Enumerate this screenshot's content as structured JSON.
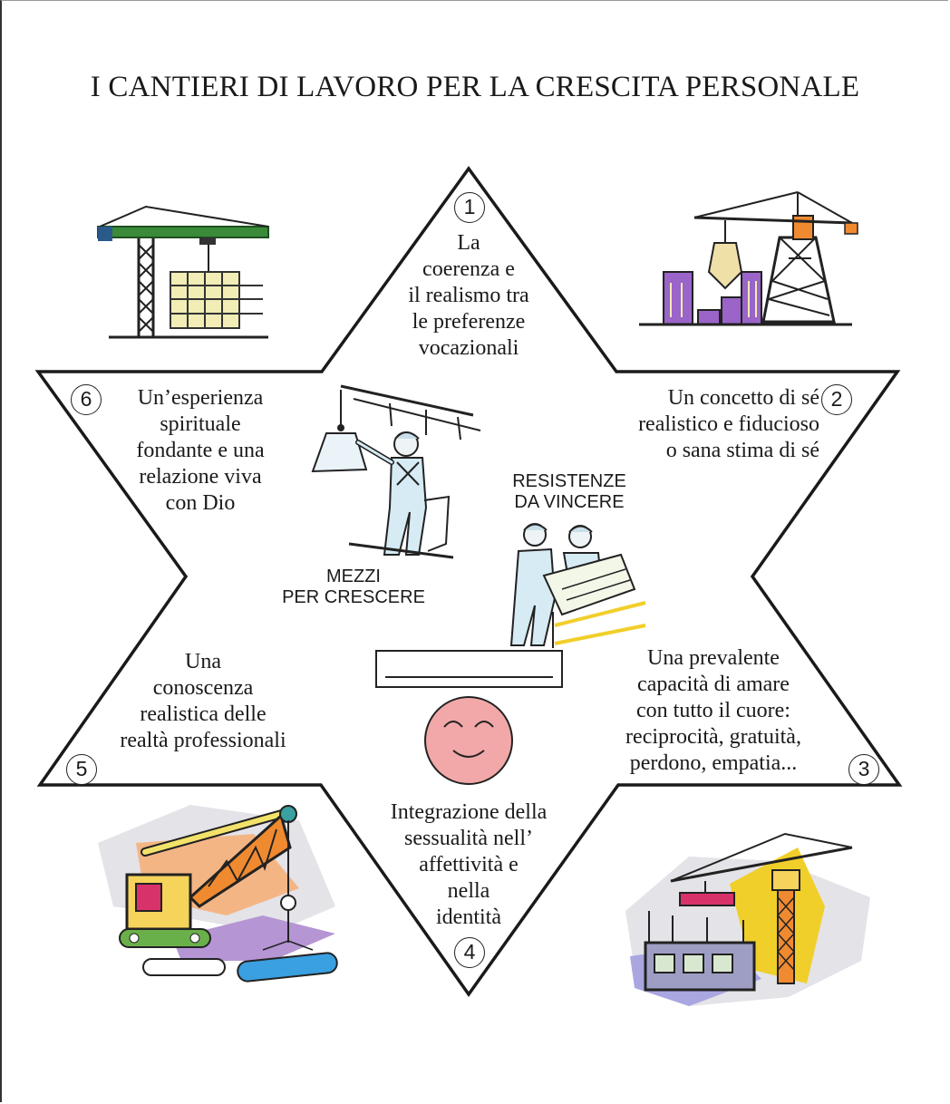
{
  "title": "I CANTIERI DI LAVORO PER LA CRESCITA PERSONALE",
  "points": [
    {
      "number": "1",
      "lines": [
        "La",
        "coerenza e",
        "il realismo tra",
        "le preferenze",
        "vocazionali"
      ]
    },
    {
      "number": "2",
      "lines": [
        "Un concetto di sé",
        "realistico e fiducioso",
        "o sana stima di sé"
      ]
    },
    {
      "number": "3",
      "lines": [
        "Una prevalente",
        "capacità di amare",
        "con tutto il cuore:",
        "reciprocità, gratuità,",
        "perdono, empatia..."
      ]
    },
    {
      "number": "4",
      "lines": [
        "Integrazione della",
        "sessualità nell’",
        "affettività e",
        "nella",
        "identità"
      ]
    },
    {
      "number": "5",
      "lines": [
        "Una",
        "conoscenza",
        "realistica delle",
        "realtà professionali"
      ]
    },
    {
      "number": "6",
      "lines": [
        "Un’esperienza",
        "spirituale",
        "fondante e una",
        "relazione viva",
        "con Dio"
      ]
    }
  ],
  "center_labels": {
    "resistenze": [
      "RESISTENZE",
      "DA VINCERE"
    ],
    "mezzi": [
      "MEZZI",
      "PER CRESCERE"
    ]
  },
  "colors": {
    "star_outline": "#1a1a1a",
    "smiley_fill": "#f2a8a8",
    "crane_green": "#3a8a3a",
    "crane_orange": "#f08a30",
    "building_purple": "#8050b0"
  },
  "icons": [
    "construction-crane-icon",
    "crane-lifting-icon",
    "crane-truck-icon",
    "tower-crane-building-icon",
    "worker-with-crane-icon",
    "workers-reading-plans-icon",
    "smiley-face-icon"
  ]
}
